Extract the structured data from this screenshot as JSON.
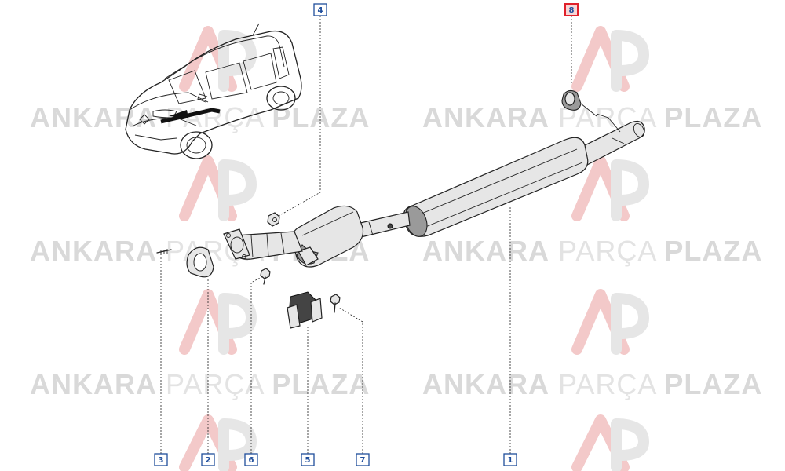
{
  "watermark": {
    "word_bold_1": "ANKARA",
    "word_light": "PARÇA",
    "word_bold_2": "PLAZA"
  },
  "callouts": [
    {
      "id": "1",
      "label": "1",
      "highlight": false
    },
    {
      "id": "2",
      "label": "2",
      "highlight": false
    },
    {
      "id": "3",
      "label": "3",
      "highlight": false
    },
    {
      "id": "4",
      "label": "4",
      "highlight": false
    },
    {
      "id": "5",
      "label": "5",
      "highlight": false
    },
    {
      "id": "6",
      "label": "6",
      "highlight": false
    },
    {
      "id": "7",
      "label": "7",
      "highlight": false
    },
    {
      "id": "8",
      "label": "8",
      "highlight": true
    }
  ],
  "colors": {
    "callout_border": "#1f4e9c",
    "callout_text": "#1f4e9c",
    "highlight_border": "#e0202a",
    "highlight_fill": "#f7d6d6",
    "watermark_logo_red": "#f3c9c9",
    "watermark_logo_grey": "#e6e6e6"
  }
}
